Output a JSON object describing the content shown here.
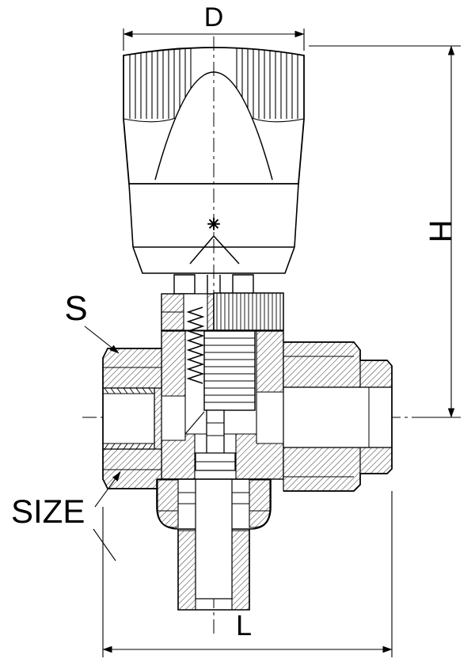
{
  "drawing": {
    "labels": {
      "d": "D",
      "h": "H",
      "s": "S",
      "size": "SIZE",
      "l": "L"
    },
    "symbols": {
      "frost": "✳"
    },
    "colors": {
      "line": "#000000",
      "background": "#ffffff"
    }
  }
}
